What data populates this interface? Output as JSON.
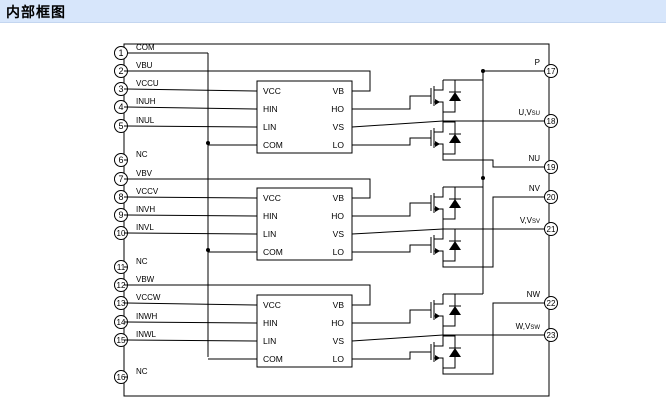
{
  "header": {
    "title": "内部框图"
  },
  "pins": [
    {
      "num": "1",
      "label": "COM"
    },
    {
      "num": "2",
      "label": "VBU"
    },
    {
      "num": "3",
      "label": "VCCU"
    },
    {
      "num": "4",
      "label": "INUH"
    },
    {
      "num": "5",
      "label": "INUL"
    },
    {
      "num": "6",
      "label": "NC"
    },
    {
      "num": "7",
      "label": "VBV"
    },
    {
      "num": "8",
      "label": "VCCV"
    },
    {
      "num": "9",
      "label": "INVH"
    },
    {
      "num": "10",
      "label": "INVL"
    },
    {
      "num": "11",
      "label": "NC"
    },
    {
      "num": "12",
      "label": "VBW"
    },
    {
      "num": "13",
      "label": "VCCW"
    },
    {
      "num": "14",
      "label": "INWH"
    },
    {
      "num": "15",
      "label": "INWL"
    },
    {
      "num": "16",
      "label": "NC"
    },
    {
      "num": "17",
      "label": "P"
    },
    {
      "num": "18",
      "label": "U,V",
      "sub": "SU"
    },
    {
      "num": "19",
      "label": "NU"
    },
    {
      "num": "20",
      "label": "NV"
    },
    {
      "num": "21",
      "label": "V,V",
      "sub": "SV"
    },
    {
      "num": "22",
      "label": "NW"
    },
    {
      "num": "23",
      "label": "W,V",
      "sub": "SW"
    }
  ],
  "driver": {
    "left": [
      "VCC",
      "HIN",
      "LIN",
      "COM"
    ],
    "right": [
      "VB",
      "HO",
      "VS",
      "LO"
    ]
  }
}
